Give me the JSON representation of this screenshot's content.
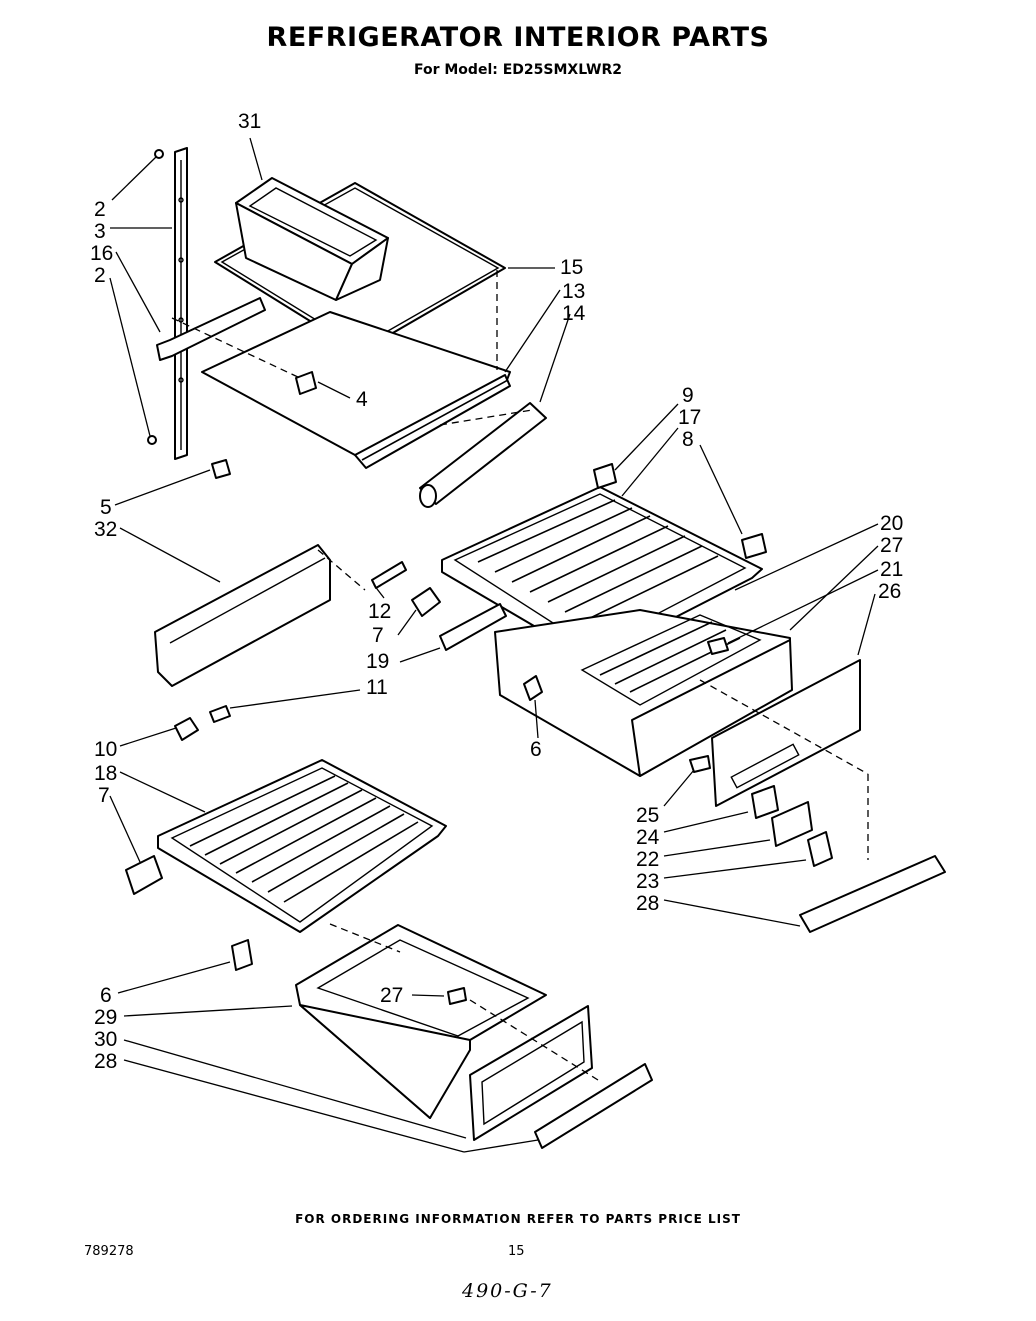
{
  "header": {
    "title": "REFRIGERATOR INTERIOR PARTS",
    "model_line": "For Model: ED25SMXLWR2"
  },
  "footer": {
    "ordering_note": "FOR ORDERING INFORMATION REFER TO PARTS PRICE LIST",
    "doc_number": "789278",
    "page_number": "15",
    "handwritten_note": "490-G-7"
  },
  "callouts": {
    "c31": "31",
    "c2a": "2",
    "c3": "3",
    "c16": "16",
    "c2b": "2",
    "c15": "15",
    "c13": "13",
    "c14": "14",
    "c4": "4",
    "c5": "5",
    "c32": "32",
    "c9": "9",
    "c17": "17",
    "c8": "8",
    "c20": "20",
    "c27a": "27",
    "c21": "21",
    "c26": "26",
    "c12": "12",
    "c7a": "7",
    "c19": "19",
    "c11": "11",
    "c6a": "6",
    "c10": "10",
    "c18": "18",
    "c7b": "7",
    "c25": "25",
    "c24": "24",
    "c22": "22",
    "c23": "23",
    "c28a": "28",
    "c6b": "6",
    "c27b": "27",
    "c29": "29",
    "c30": "30",
    "c28b": "28"
  }
}
